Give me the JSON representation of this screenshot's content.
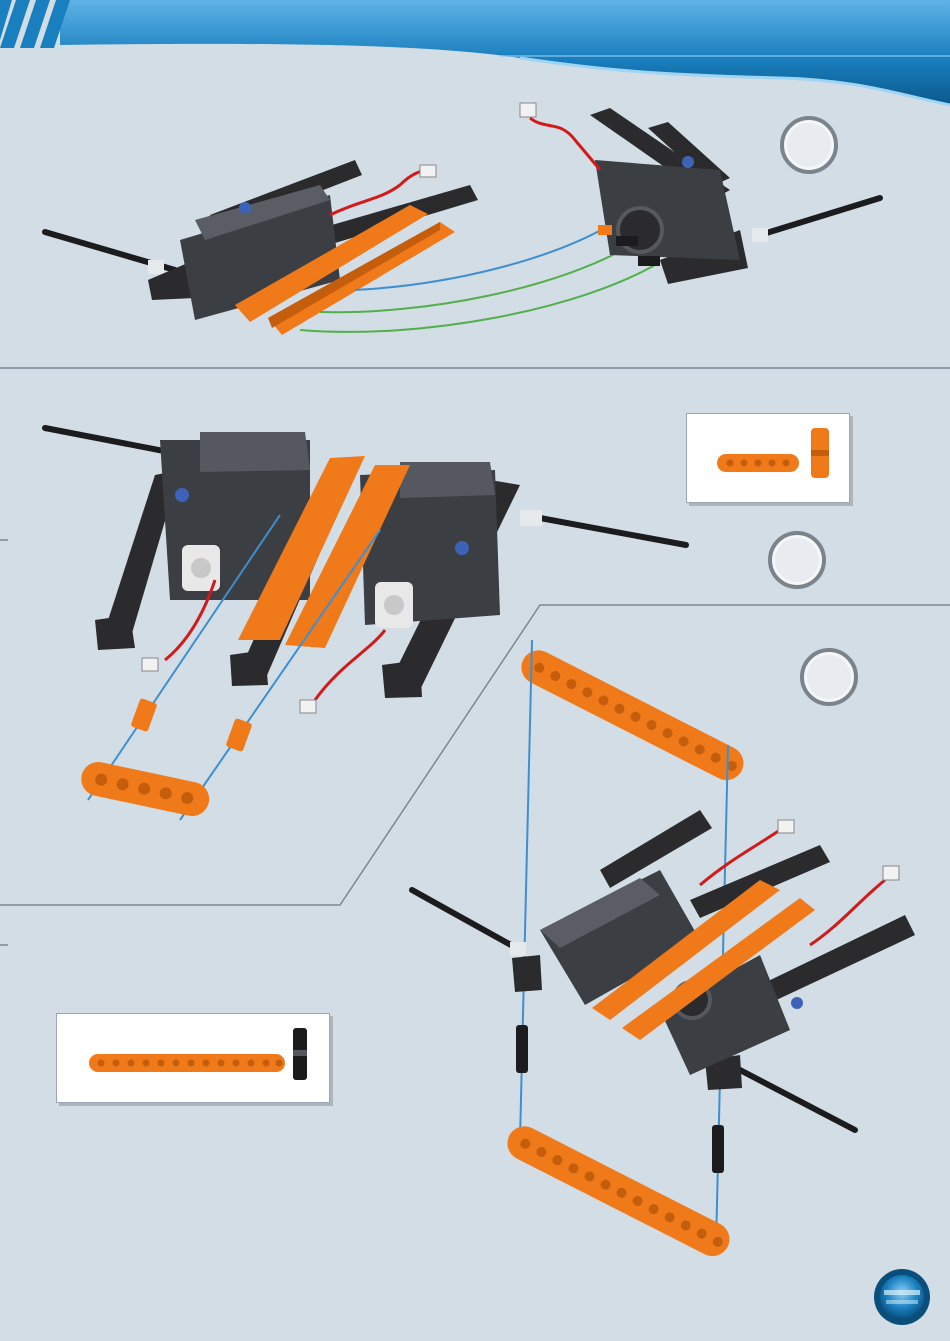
{
  "header": {
    "title": "",
    "colors": {
      "dark": "#0a5a8c",
      "mid": "#1a7fbf",
      "light": "#5fb3e6"
    }
  },
  "steps": [
    {
      "id": "step-top",
      "number": ""
    },
    {
      "id": "step-middle",
      "number": ""
    },
    {
      "id": "step-bottom",
      "number": ""
    }
  ],
  "parts_boxes": [
    {
      "id": "parts-middle",
      "items": [
        "5-hole-beam",
        "connector-pin"
      ]
    },
    {
      "id": "parts-bottom",
      "items": [
        "13-hole-beam",
        "black-pin"
      ]
    }
  ],
  "page_number": "",
  "icons": [
    "page-badge-icon"
  ],
  "colors": {
    "beam_orange": "#f07a1a",
    "frame_black": "#2b2b2d",
    "motor_grey": "#4a4d52",
    "guide_blue": "#3f8fd0",
    "guide_green": "#52b04a",
    "panel_bg": "#d3dde6"
  }
}
